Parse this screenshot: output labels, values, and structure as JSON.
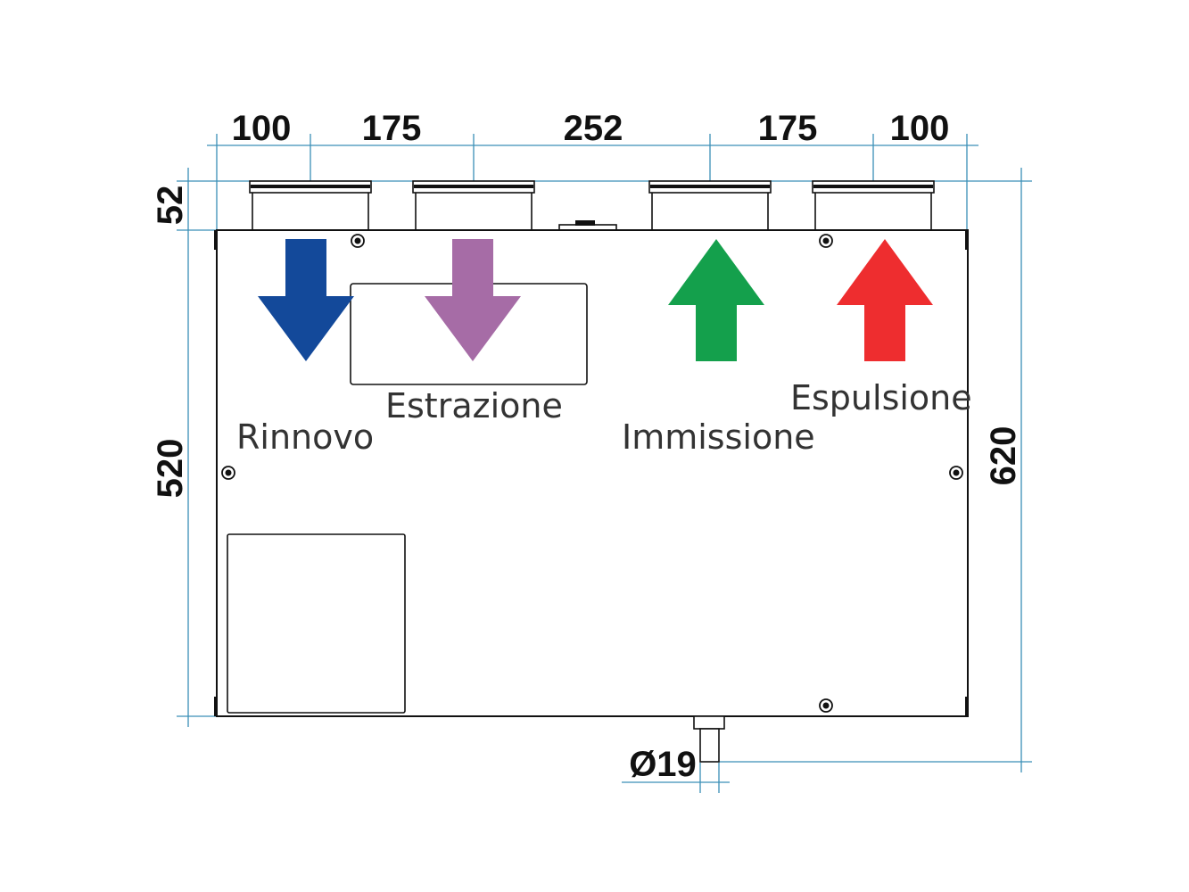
{
  "dimensions": {
    "top": [
      "100",
      "175",
      "252",
      "175",
      "100"
    ],
    "connector_height": "52",
    "body_height": "520",
    "total_height": "620",
    "drain_diameter": "Ø19"
  },
  "flows": [
    {
      "label": "Rinnovo",
      "direction": "down",
      "color": "#13499a"
    },
    {
      "label": "Estrazione",
      "direction": "down",
      "color": "#a66ca6"
    },
    {
      "label": "Immissione",
      "direction": "up",
      "color": "#14a04c"
    },
    {
      "label": "Espulsione",
      "direction": "up",
      "color": "#ee2d2f"
    }
  ],
  "dimension_line_color": "#3a8fb7"
}
